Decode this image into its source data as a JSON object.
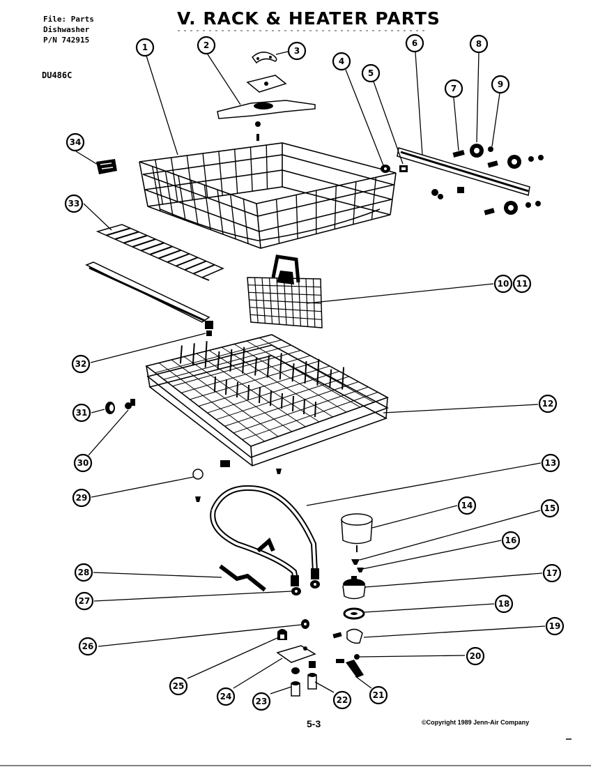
{
  "header": {
    "file_line": "File: Parts",
    "type_line": "Dishwasher",
    "pn_line": "P/N 742915"
  },
  "model": "DU486C",
  "title": "V. RACK & HEATER PARTS",
  "page_number": "5-3",
  "copyright": "©Copyright 1989 Jenn-Air Company",
  "callouts": {
    "c1": "1",
    "c2": "2",
    "c3": "3",
    "c4": "4",
    "c5": "5",
    "c6": "6",
    "c7": "7",
    "c8": "8",
    "c9": "9",
    "c10": "10",
    "c11": "11",
    "c12": "12",
    "c13": "13",
    "c14": "14",
    "c15": "15",
    "c16": "16",
    "c17": "17",
    "c18": "18",
    "c19": "19",
    "c20": "20",
    "c21": "21",
    "c22": "22",
    "c23": "23",
    "c24": "24",
    "c25": "25",
    "c26": "26",
    "c27": "27",
    "c28": "28",
    "c29": "29",
    "c30": "30",
    "c31": "31",
    "c32": "32",
    "c33": "33",
    "c34": "34"
  }
}
